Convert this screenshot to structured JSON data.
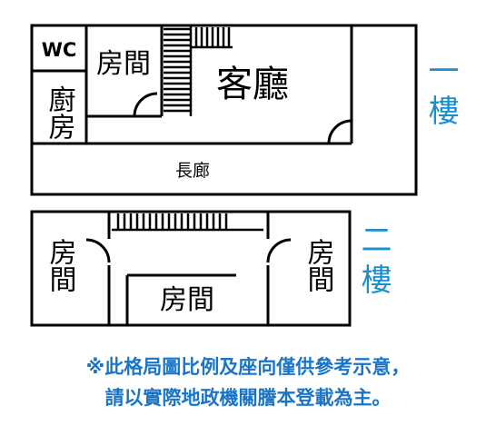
{
  "floor1": {
    "label": "一樓",
    "rooms": {
      "wc": "WC",
      "kitchen": "廚房",
      "bedroom": "房間",
      "living_room": "客廳",
      "corridor": "長廊"
    }
  },
  "floor2": {
    "label": "二樓",
    "rooms": {
      "left_bedroom": "房間",
      "center_bedroom": "房間",
      "right_bedroom": "房間"
    }
  },
  "disclaimer": {
    "line1": "※此格局圖比例及座向僅供參考示意，",
    "line2": "請以實際地政機關謄本登載為主。"
  },
  "colors": {
    "wall": "#000000",
    "floor_label": "#1a8fd0",
    "disclaimer": "#1a75c8"
  }
}
